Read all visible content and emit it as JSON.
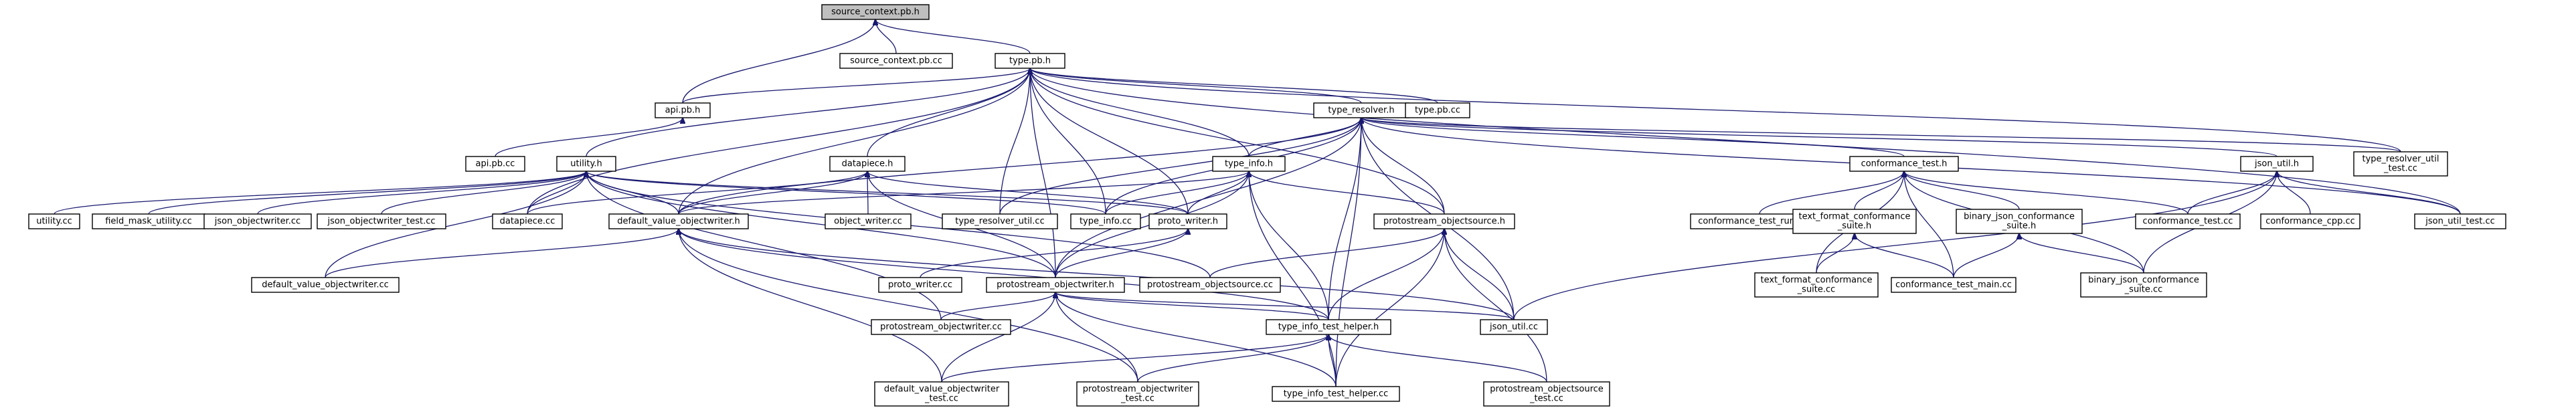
{
  "diagram": {
    "title": "",
    "colors": {
      "edge": "#191970",
      "root_fill": "#bfbfbf",
      "node_fill": "#ffffff",
      "border": "#000000"
    },
    "nodes": [
      {
        "id": "source_context_pb_h",
        "lines": [
          "source_context.pb.h"
        ],
        "root": true
      },
      {
        "id": "type_pb_h",
        "lines": [
          "type.pb.h"
        ]
      },
      {
        "id": "source_context_pb_cc",
        "lines": [
          "source_context.pb.cc"
        ]
      },
      {
        "id": "api_pb_h",
        "lines": [
          "api.pb.h"
        ]
      },
      {
        "id": "api_pb_cc",
        "lines": [
          "api.pb.cc"
        ]
      },
      {
        "id": "utility_h",
        "lines": [
          "utility.h"
        ]
      },
      {
        "id": "datapiece_h",
        "lines": [
          "datapiece.h"
        ]
      },
      {
        "id": "type_resolver_h",
        "lines": [
          "type_resolver.h"
        ]
      },
      {
        "id": "type_pb_cc",
        "lines": [
          "type.pb.cc"
        ]
      },
      {
        "id": "type_resolver_util_test_cc",
        "lines": [
          "type_resolver_util",
          "_test.cc"
        ]
      },
      {
        "id": "type_info_h",
        "lines": [
          "type_info.h"
        ]
      },
      {
        "id": "conformance_test_h",
        "lines": [
          "conformance_test.h"
        ]
      },
      {
        "id": "json_util_h",
        "lines": [
          "json_util.h"
        ]
      },
      {
        "id": "utility_cc",
        "lines": [
          "utility.cc"
        ]
      },
      {
        "id": "field_mask_utility_cc",
        "lines": [
          "field_mask_utility.cc"
        ]
      },
      {
        "id": "json_objectwriter_cc",
        "lines": [
          "json_objectwriter.cc"
        ]
      },
      {
        "id": "json_objectwriter_test_cc",
        "lines": [
          "json_objectwriter_test.cc"
        ]
      },
      {
        "id": "datapiece_cc",
        "lines": [
          "datapiece.cc"
        ]
      },
      {
        "id": "default_value_objectwriter_h",
        "lines": [
          "default_value_objectwriter.h"
        ]
      },
      {
        "id": "object_writer_cc",
        "lines": [
          "object_writer.cc"
        ]
      },
      {
        "id": "type_resolver_util_cc",
        "lines": [
          "type_resolver_util.cc"
        ]
      },
      {
        "id": "type_info_cc",
        "lines": [
          "type_info.cc"
        ]
      },
      {
        "id": "proto_writer_h",
        "lines": [
          "proto_writer.h"
        ]
      },
      {
        "id": "protostream_objectsource_h",
        "lines": [
          "protostream_objectsource.h"
        ]
      },
      {
        "id": "conformance_test_runner_cc",
        "lines": [
          "conformance_test_runner.cc"
        ]
      },
      {
        "id": "text_format_conformance_suite_h",
        "lines": [
          "text_format_conformance",
          "_suite.h"
        ]
      },
      {
        "id": "binary_json_conformance_suite_h",
        "lines": [
          "binary_json_conformance",
          "_suite.h"
        ]
      },
      {
        "id": "conformance_test_cc",
        "lines": [
          "conformance_test.cc"
        ]
      },
      {
        "id": "conformance_cpp_cc",
        "lines": [
          "conformance_cpp.cc"
        ]
      },
      {
        "id": "json_util_test_cc",
        "lines": [
          "json_util_test.cc"
        ]
      },
      {
        "id": "default_value_objectwriter_cc",
        "lines": [
          "default_value_objectwriter.cc"
        ]
      },
      {
        "id": "proto_writer_cc",
        "lines": [
          "proto_writer.cc"
        ]
      },
      {
        "id": "protostream_objectwriter_h",
        "lines": [
          "protostream_objectwriter.h"
        ]
      },
      {
        "id": "protostream_objectsource_cc",
        "lines": [
          "protostream_objectsource.cc"
        ]
      },
      {
        "id": "text_format_conformance_suite_cc",
        "lines": [
          "text_format_conformance",
          "_suite.cc"
        ]
      },
      {
        "id": "conformance_test_main_cc",
        "lines": [
          "conformance_test_main.cc"
        ]
      },
      {
        "id": "binary_json_conformance_suite_cc",
        "lines": [
          "binary_json_conformance",
          "_suite.cc"
        ]
      },
      {
        "id": "protostream_objectwriter_cc",
        "lines": [
          "protostream_objectwriter.cc"
        ]
      },
      {
        "id": "type_info_test_helper_h",
        "lines": [
          "type_info_test_helper.h"
        ]
      },
      {
        "id": "json_util_cc",
        "lines": [
          "json_util.cc"
        ]
      },
      {
        "id": "default_value_objectwriter_test_cc",
        "lines": [
          "default_value_objectwriter",
          "_test.cc"
        ]
      },
      {
        "id": "protostream_objectwriter_test_cc",
        "lines": [
          "protostream_objectwriter",
          "_test.cc"
        ]
      },
      {
        "id": "type_info_test_helper_cc",
        "lines": [
          "type_info_test_helper.cc"
        ]
      },
      {
        "id": "protostream_objectsource_test_cc",
        "lines": [
          "protostream_objectsource",
          "_test.cc"
        ]
      }
    ],
    "edges": [
      [
        "source_context_pb_h",
        "type_pb_h"
      ],
      [
        "source_context_pb_h",
        "source_context_pb_cc"
      ],
      [
        "source_context_pb_h",
        "api_pb_h"
      ],
      [
        "type_pb_h",
        "api_pb_h"
      ],
      [
        "type_pb_h",
        "utility_h"
      ],
      [
        "type_pb_h",
        "datapiece_h"
      ],
      [
        "type_pb_h",
        "type_resolver_h"
      ],
      [
        "type_pb_h",
        "type_pb_cc"
      ],
      [
        "type_pb_h",
        "type_resolver_util_test_cc"
      ],
      [
        "type_pb_h",
        "type_info_h"
      ],
      [
        "type_pb_h",
        "default_value_objectwriter_h"
      ],
      [
        "type_pb_h",
        "type_resolver_util_cc"
      ],
      [
        "type_pb_h",
        "type_info_cc"
      ],
      [
        "type_pb_h",
        "proto_writer_h"
      ],
      [
        "type_pb_h",
        "protostream_objectsource_h"
      ],
      [
        "type_pb_h",
        "protostream_objectwriter_h"
      ],
      [
        "type_pb_h",
        "datapiece_cc"
      ],
      [
        "type_pb_h",
        "json_util_test_cc"
      ],
      [
        "api_pb_h",
        "api_pb_cc"
      ],
      [
        "utility_h",
        "utility_cc"
      ],
      [
        "utility_h",
        "field_mask_utility_cc"
      ],
      [
        "utility_h",
        "json_objectwriter_cc"
      ],
      [
        "utility_h",
        "json_objectwriter_test_cc"
      ],
      [
        "utility_h",
        "datapiece_cc"
      ],
      [
        "utility_h",
        "default_value_objectwriter_h"
      ],
      [
        "utility_h",
        "type_info_cc"
      ],
      [
        "utility_h",
        "proto_writer_h"
      ],
      [
        "utility_h",
        "default_value_objectwriter_cc"
      ],
      [
        "utility_h",
        "protostream_objectwriter_cc"
      ],
      [
        "utility_h",
        "protostream_objectsource_cc"
      ],
      [
        "utility_h",
        "protostream_objectwriter_h"
      ],
      [
        "datapiece_h",
        "datapiece_cc"
      ],
      [
        "datapiece_h",
        "default_value_objectwriter_h"
      ],
      [
        "datapiece_h",
        "object_writer_cc"
      ],
      [
        "datapiece_h",
        "proto_writer_h"
      ],
      [
        "datapiece_h",
        "protostream_objectwriter_h"
      ],
      [
        "type_resolver_h",
        "type_info_h"
      ],
      [
        "type_resolver_h",
        "type_resolver_util_test_cc"
      ],
      [
        "type_resolver_h",
        "conformance_test_h"
      ],
      [
        "type_resolver_h",
        "json_util_h"
      ],
      [
        "type_resolver_h",
        "type_resolver_util_cc"
      ],
      [
        "type_resolver_h",
        "type_info_cc"
      ],
      [
        "type_resolver_h",
        "protostream_objectsource_h"
      ],
      [
        "type_resolver_h",
        "json_util_test_cc"
      ],
      [
        "type_resolver_h",
        "default_value_objectwriter_h"
      ],
      [
        "type_resolver_h",
        "protostream_objectwriter_h"
      ],
      [
        "type_resolver_h",
        "type_info_test_helper_h"
      ],
      [
        "type_resolver_h",
        "json_util_cc"
      ],
      [
        "type_resolver_h",
        "type_info_test_helper_cc"
      ],
      [
        "type_info_h",
        "type_info_cc"
      ],
      [
        "type_info_h",
        "default_value_objectwriter_h"
      ],
      [
        "type_info_h",
        "proto_writer_h"
      ],
      [
        "type_info_h",
        "protostream_objectsource_h"
      ],
      [
        "type_info_h",
        "protostream_objectwriter_h"
      ],
      [
        "type_info_h",
        "type_info_test_helper_h"
      ],
      [
        "type_info_h",
        "type_info_test_helper_cc"
      ],
      [
        "conformance_test_h",
        "conformance_test_runner_cc"
      ],
      [
        "conformance_test_h",
        "text_format_conformance_suite_h"
      ],
      [
        "conformance_test_h",
        "binary_json_conformance_suite_h"
      ],
      [
        "conformance_test_h",
        "conformance_test_cc"
      ],
      [
        "conformance_test_h",
        "conformance_test_main_cc"
      ],
      [
        "conformance_test_h",
        "text_format_conformance_suite_cc"
      ],
      [
        "conformance_test_h",
        "binary_json_conformance_suite_cc"
      ],
      [
        "json_util_h",
        "conformance_test_cc"
      ],
      [
        "json_util_h",
        "conformance_cpp_cc"
      ],
      [
        "json_util_h",
        "json_util_test_cc"
      ],
      [
        "json_util_h",
        "binary_json_conformance_suite_cc"
      ],
      [
        "json_util_h",
        "json_util_cc"
      ],
      [
        "default_value_objectwriter_h",
        "default_value_objectwriter_cc"
      ],
      [
        "default_value_objectwriter_h",
        "json_util_cc"
      ],
      [
        "default_value_objectwriter_h",
        "protostream_objectwriter_test_cc"
      ],
      [
        "default_value_objectwriter_h",
        "default_value_objectwriter_test_cc"
      ],
      [
        "default_value_objectwriter_h",
        "type_info_test_helper_h"
      ],
      [
        "proto_writer_h",
        "proto_writer_cc"
      ],
      [
        "proto_writer_h",
        "protostream_objectwriter_h"
      ],
      [
        "protostream_objectsource_h",
        "protostream_objectsource_cc"
      ],
      [
        "protostream_objectsource_h",
        "json_util_cc"
      ],
      [
        "protostream_objectsource_h",
        "type_info_test_helper_h"
      ],
      [
        "protostream_objectsource_h",
        "protostream_objectsource_test_cc"
      ],
      [
        "protostream_objectsource_h",
        "type_info_test_helper_cc"
      ],
      [
        "text_format_conformance_suite_h",
        "text_format_conformance_suite_cc"
      ],
      [
        "text_format_conformance_suite_h",
        "conformance_test_main_cc"
      ],
      [
        "binary_json_conformance_suite_h",
        "conformance_test_main_cc"
      ],
      [
        "binary_json_conformance_suite_h",
        "binary_json_conformance_suite_cc"
      ],
      [
        "protostream_objectwriter_h",
        "protostream_objectwriter_cc"
      ],
      [
        "protostream_objectwriter_h",
        "json_util_cc"
      ],
      [
        "protostream_objectwriter_h",
        "type_info_test_helper_h"
      ],
      [
        "protostream_objectwriter_h",
        "default_value_objectwriter_test_cc"
      ],
      [
        "protostream_objectwriter_h",
        "protostream_objectwriter_test_cc"
      ],
      [
        "protostream_objectwriter_h",
        "type_info_test_helper_cc"
      ],
      [
        "type_info_test_helper_h",
        "default_value_objectwriter_test_cc"
      ],
      [
        "type_info_test_helper_h",
        "protostream_objectwriter_test_cc"
      ],
      [
        "type_info_test_helper_h",
        "type_info_test_helper_cc"
      ],
      [
        "type_info_test_helper_h",
        "protostream_objectsource_test_cc"
      ]
    ]
  }
}
